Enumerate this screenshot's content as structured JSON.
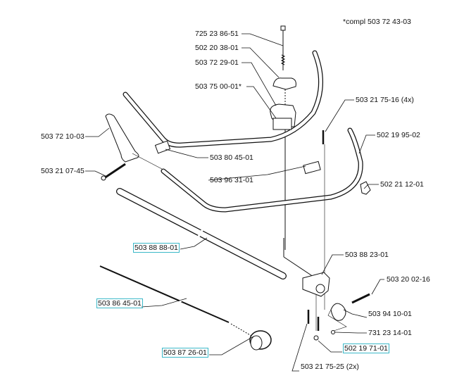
{
  "note": "*compl 503 72 43-03",
  "parts": {
    "bolt": "725 23 86-51",
    "wing_nut": "502 20 38-01",
    "clamp_top": "503 72 29-01",
    "clamp_assembly": "503 75 00-01*",
    "screw_4x": "503 21 75-16 (4x)",
    "handle_right": "502 19 95-02",
    "grip": "503 72 10-03",
    "switch": "503 80 45-01",
    "grip_screw": "503 21 07-45",
    "clamp_lower": "503 96 31-01",
    "handle_end": "502 21 12-01",
    "shaft_tube": "503 88 88-01",
    "bracket": "503 88 23-01",
    "screw_right": "503 20 02-16",
    "drive_shaft": "503 86 45-01",
    "flange": "503 94 10-01",
    "washer": "731 23 14-01",
    "knob": "503 87 26-01",
    "nut": "502 19 71-01",
    "screw_2x": "503 21 75-25 (2x)"
  },
  "highlight_color": "#3bb8c8"
}
